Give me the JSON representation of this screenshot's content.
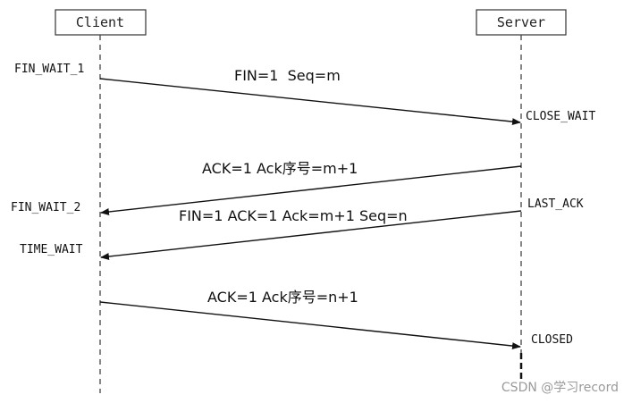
{
  "participants": {
    "client": "Client",
    "server": "Server"
  },
  "states": {
    "fin_wait_1": "FIN_WAIT_1",
    "fin_wait_2": "FIN_WAIT_2",
    "time_wait": "TIME_WAIT",
    "close_wait": "CLOSE_WAIT",
    "last_ack": "LAST_ACK",
    "closed": "CLOSED"
  },
  "messages": {
    "m1": "FIN=1  Seq=m",
    "m2": "ACK=1 Ack序号=m+1",
    "m3": "FIN=1 ACK=1 Ack=m+1 Seq=n",
    "m4": "ACK=1 Ack序号=n+1"
  },
  "watermark": "CSDN @学习record"
}
